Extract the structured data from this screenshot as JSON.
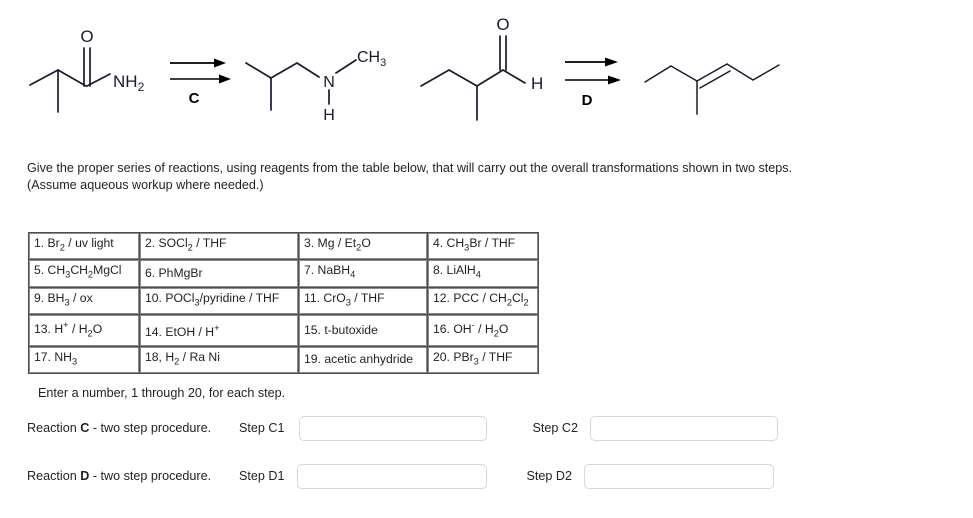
{
  "schemes": [
    {
      "id": "C",
      "arrow_label": "C",
      "reactant": {
        "name": "isobutyramide",
        "atom_labels": [
          "O",
          "NH2"
        ]
      },
      "product": {
        "name": "N-methylisobutylamine",
        "atom_labels": [
          "N",
          "H",
          "CH3"
        ]
      }
    },
    {
      "id": "D",
      "arrow_label": "D",
      "reactant": {
        "name": "2-methylbutanal",
        "atom_labels": [
          "O",
          "H"
        ]
      },
      "product": {
        "name": "3-methyl-3-hexene",
        "atom_labels": []
      }
    }
  ],
  "prompt": {
    "line1": "Give the proper series of reactions, using reagents from the table below, that will carry out the overall transformations shown in two steps.",
    "line2": "(Assume aqueous workup where needed.)"
  },
  "reagent_table": {
    "rows": [
      [
        "1. Br<sub>2</sub> / uv light",
        "2. SOCl<sub>2</sub> / THF",
        "3. Mg / Et<sub>2</sub>O",
        "4. CH<sub>3</sub>Br / THF"
      ],
      [
        "5. CH<sub>3</sub>CH<sub>2</sub>MgCl",
        "6. PhMgBr",
        "7. NaBH<sub>4</sub>",
        "8. LiAlH<sub>4</sub>"
      ],
      [
        "9. BH<sub>3</sub> / ox",
        "10. POCl<sub>3</sub>/pyridine / THF",
        "11. CrO<sub>3</sub> / THF",
        "12. PCC / CH<sub>2</sub>Cl<sub>2</sub>"
      ],
      [
        "13. H<sup>+</sup> / H<sub>2</sub>O",
        "14. EtOH / H<sup>+</sup>",
        "15. t-butoxide",
        "16. OH<sup>-</sup> / H<sub>2</sub>O"
      ],
      [
        "17. NH<sub>3</sub>",
        "18, H<sub>2</sub> / Ra Ni",
        "19. acetic anhydride",
        "20. PBr<sub>3</sub> / THF"
      ]
    ]
  },
  "answers": {
    "note": "Enter a number, 1 through 20, for each step.",
    "reaction_c": {
      "label_pre": "Reaction ",
      "label_bold": "C",
      "label_post": " - two step procedure.",
      "step1_label": "Step C1",
      "step1_value": "",
      "step2_label": "Step C2",
      "step2_value": ""
    },
    "reaction_d": {
      "label_pre": "Reaction ",
      "label_bold": "D",
      "label_post": " - two step procedure.",
      "step1_label": "Step D1",
      "step1_value": "",
      "step2_label": "Step D2",
      "step2_value": ""
    }
  },
  "colors": {
    "text": "#231f20",
    "bond": "#1a1a2e",
    "table_border": "#8c8c8c",
    "input_border": "#d8d8d8"
  }
}
